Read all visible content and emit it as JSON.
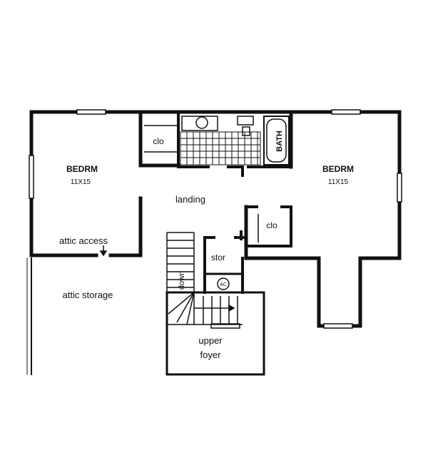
{
  "rooms": {
    "bedroom_left": {
      "name": "BEDRM",
      "size": "11X15"
    },
    "bedroom_right": {
      "name": "BEDRM",
      "size": "11X15"
    },
    "closet_left": "clo",
    "closet_right": "clo",
    "bath": "BATH",
    "landing": "landing",
    "storage": "stor",
    "attic_access": "attic access",
    "attic_storage": "attic storage",
    "stairs_down": "down",
    "ac_unit": "AC",
    "upper_foyer_line1": "upper",
    "upper_foyer_line2": "foyer"
  }
}
